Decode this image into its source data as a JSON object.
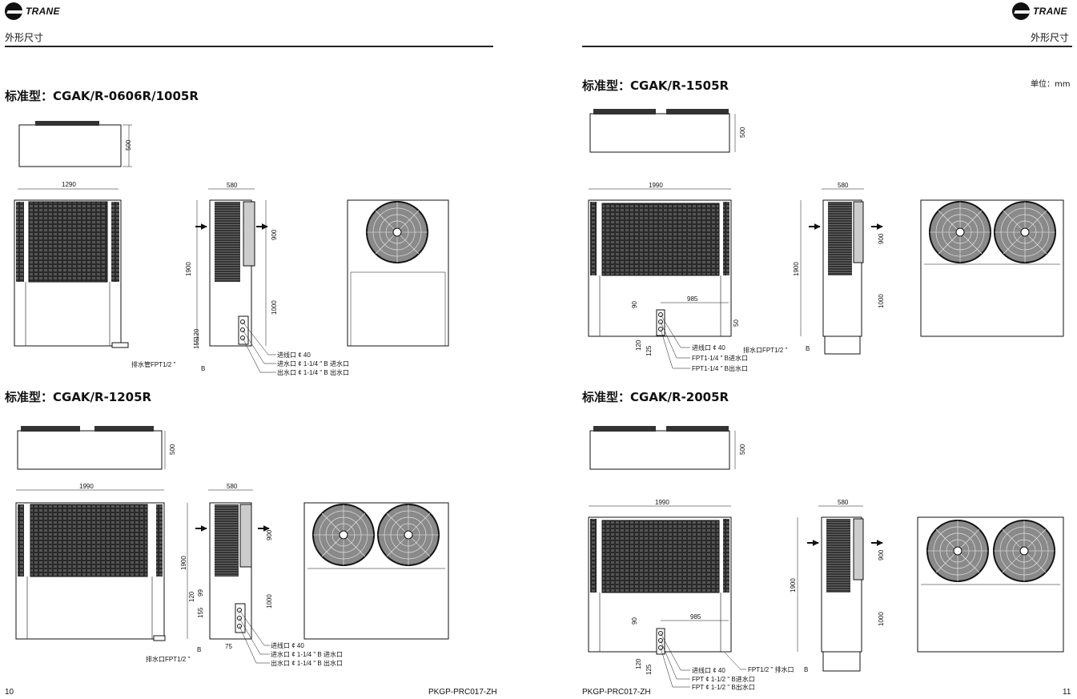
{
  "brand": "TRANE",
  "left_page": {
    "section": "外形尺寸",
    "page_number": "10",
    "doc_code": "PKGP-PRC017-ZH",
    "blocks": [
      {
        "title": "标准型：CGAK/R-0606R/1005R",
        "dims": {
          "top_h": "500",
          "width": "1290",
          "depth": "580",
          "height": "1900",
          "upper": "900",
          "lower": "1000",
          "d1": "120",
          "d2": "155"
        },
        "labels": [
          "进线口 ¢ 40",
          "进水口 ¢ 1-1/4 \" B 进水口",
          "出水口 ¢ 1-1/4 \" B 出水口"
        ],
        "drain": "排水管FPT1/2 \"",
        "b_mark": "B"
      },
      {
        "title": "标准型：CGAK/R-1205R",
        "dims": {
          "top_h": "500",
          "width": "1990",
          "depth": "580",
          "height": "1900",
          "upper": "900",
          "lower": "1000",
          "d1": "120",
          "d2": "99",
          "d3": "155",
          "d4": "75"
        },
        "labels": [
          "进线口 ¢ 40",
          "进水口 ¢ 1-1/4 \" B 进水口",
          "出水口 ¢ 1-1/4 \" B 出水口"
        ],
        "drain": "排水口FPT1/2 \"",
        "b_mark": "B"
      }
    ]
  },
  "right_page": {
    "section": "外形尺寸",
    "page_number": "11",
    "doc_code": "PKGP-PRC017-ZH",
    "unit": "单位：mm",
    "blocks": [
      {
        "title": "标准型：CGAK/R-1505R",
        "dims": {
          "top_h": "500",
          "width": "1990",
          "depth": "580",
          "height": "1900",
          "upper": "900",
          "lower": "1000",
          "offset": "985",
          "d1": "90",
          "d2": "120",
          "d3": "125",
          "d4": "50"
        },
        "labels": [
          "进线口 ¢ 40",
          "FPT1-1/4 \" B进水口",
          "FPT1-1/4 \" B出水口"
        ],
        "drain": "排水口FPT1/2 \"",
        "b_mark": "B"
      },
      {
        "title": "标准型：CGAK/R-2005R",
        "dims": {
          "top_h": "500",
          "width": "1990",
          "depth": "580",
          "height": "1900",
          "upper": "900",
          "lower": "1000",
          "offset": "985",
          "d1": "90",
          "d2": "120",
          "d3": "125"
        },
        "labels": [
          "进线口 ¢ 40",
          "FPT ¢ 1-1/2 \" B进水口",
          "FPT ¢ 1-1/2 \" B出水口"
        ],
        "drain": "FPT1/2 \" 排水口",
        "b_mark": "B"
      }
    ]
  },
  "colors": {
    "ink": "#111111",
    "fan_fill": "#8a8a8a",
    "coil_fill": "#3a3a3a",
    "grille": "#2a2a2a"
  }
}
